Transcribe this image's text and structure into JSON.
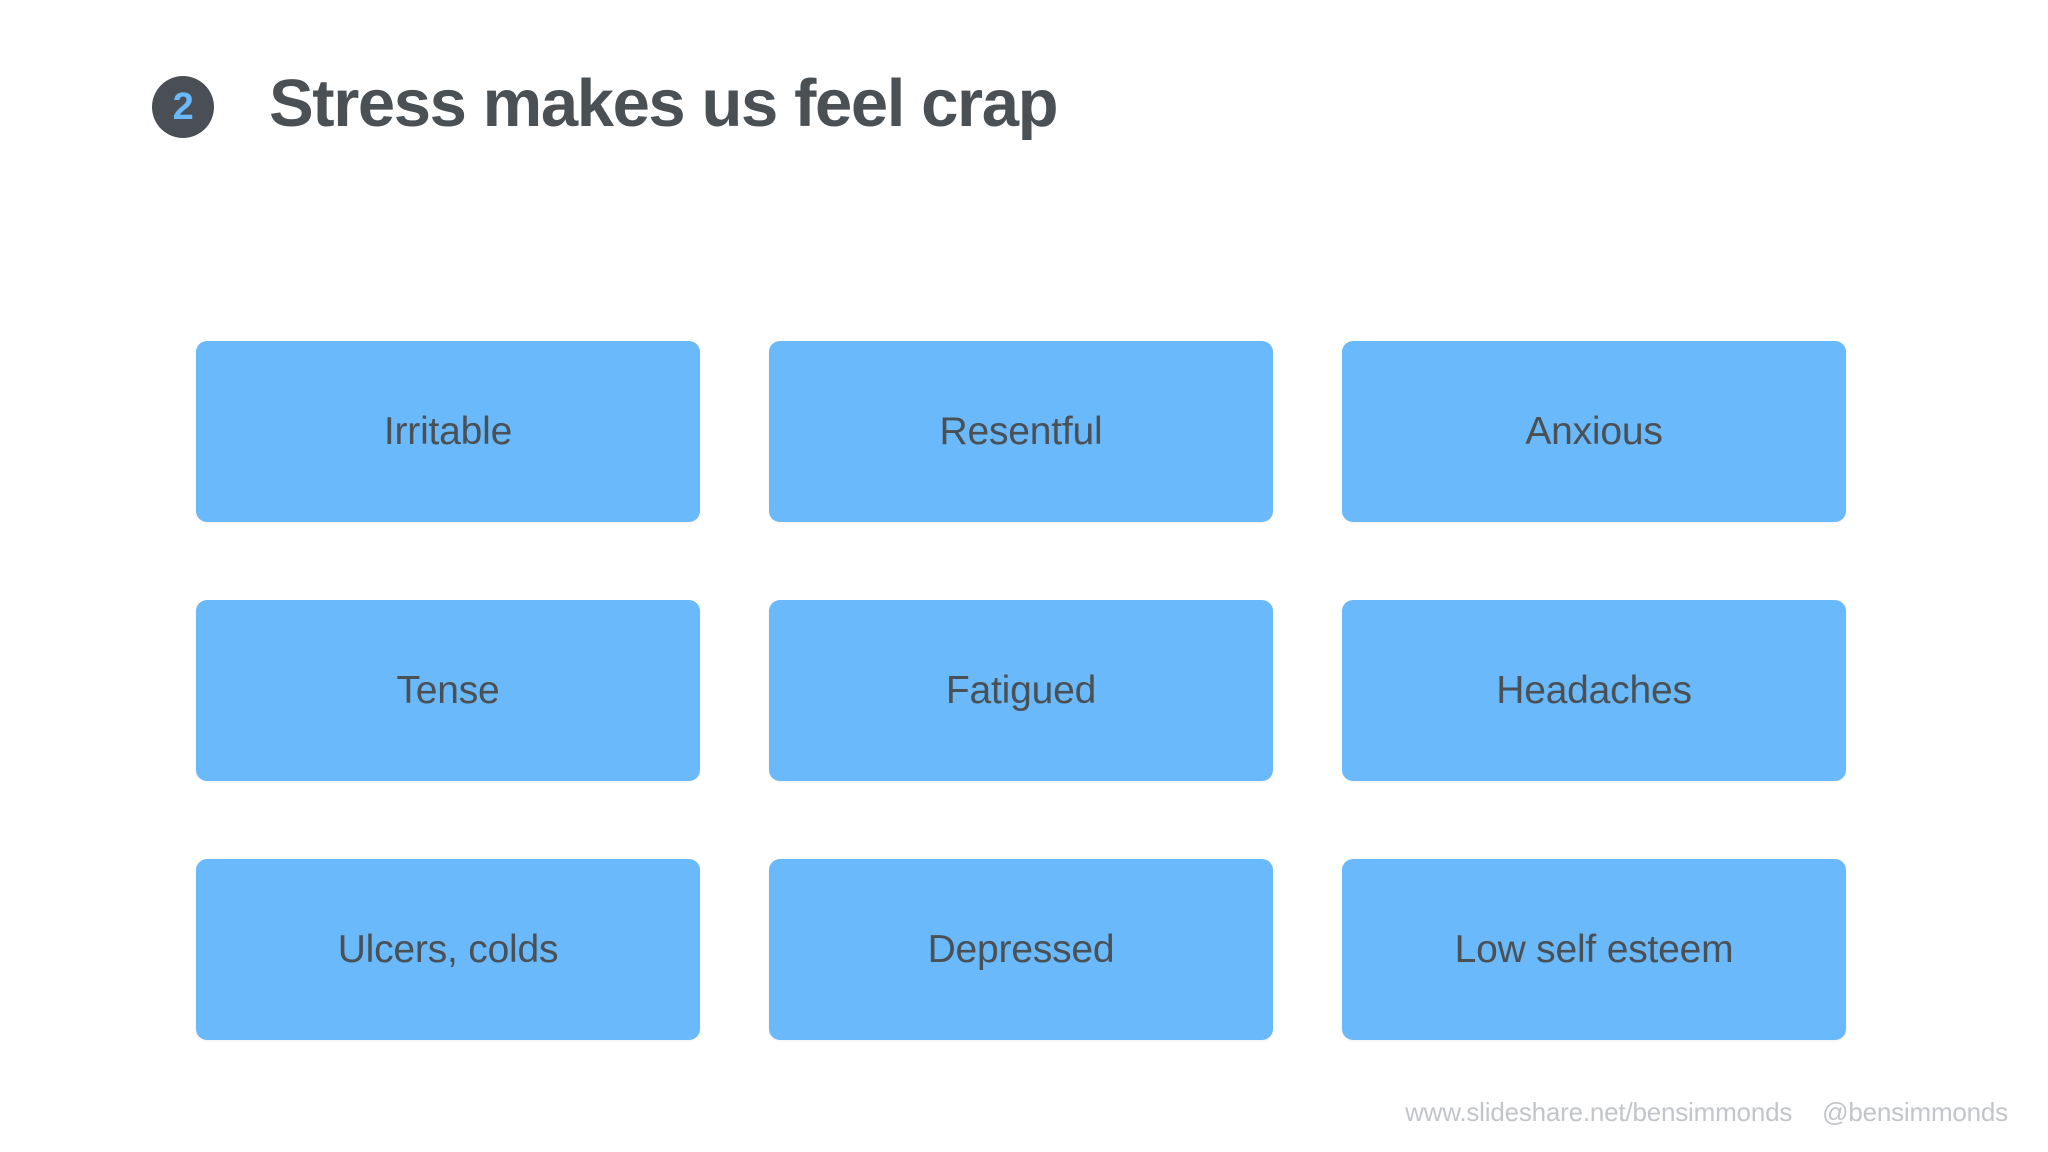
{
  "slide": {
    "step_number": "2",
    "title": "Stress makes us feel crap",
    "background_color": "#ffffff"
  },
  "theme": {
    "card_color": "#6ab9fb",
    "text_color": "#4b5055",
    "badge_color": "#4a4f55",
    "badge_number_color": "#6ab9fb",
    "footer_color": "#c2c5c9"
  },
  "symptoms": [
    {
      "label": "Irritable"
    },
    {
      "label": "Resentful"
    },
    {
      "label": "Anxious"
    },
    {
      "label": "Tense"
    },
    {
      "label": "Fatigued"
    },
    {
      "label": "Headaches"
    },
    {
      "label": "Ulcers, colds"
    },
    {
      "label": "Depressed"
    },
    {
      "label": "Low self esteem"
    }
  ],
  "footer": {
    "url": "www.slideshare.net/bensimmonds",
    "handle": "@bensimmonds"
  }
}
